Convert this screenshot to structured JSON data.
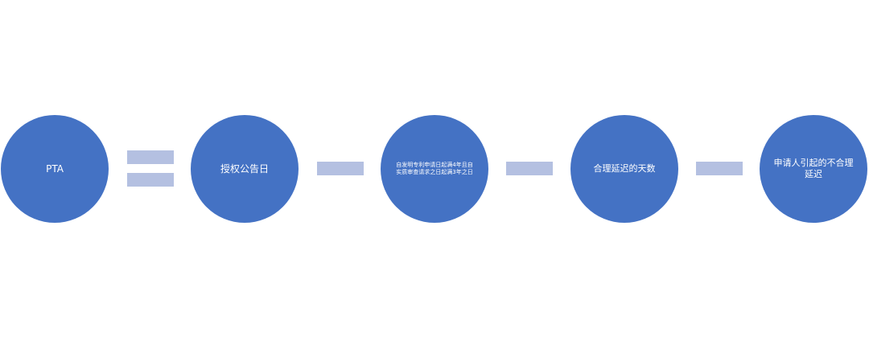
{
  "nodes": [
    {
      "label": "PTA"
    },
    {
      "label": "授权公告日"
    },
    {
      "label": "自发明专利申请日起满4年且自实质审查请求之日起满3年之日"
    },
    {
      "label": "合理延迟的天数"
    },
    {
      "label": "申请人引起的不合理延迟"
    }
  ],
  "colors": {
    "node_fill": "#4472c4",
    "operator_fill": "#b4c0e1",
    "text": "#ffffff"
  }
}
